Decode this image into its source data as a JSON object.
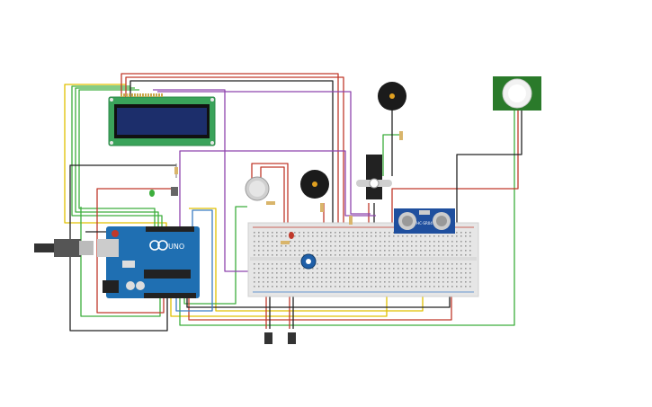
{
  "app": {
    "title": ""
  },
  "board": {
    "brand_text": "UNO",
    "logo_icon": "arduino-infinity-logo"
  },
  "sensors": {
    "ultrasonic_label": "HC-SR04"
  },
  "colors": {
    "canvas": "#ffffff",
    "wire_red": "#c0392b",
    "wire_black": "#222222",
    "wire_green": "#3cae3c",
    "wire_yellow": "#e0c000",
    "wire_purple": "#8e44ad",
    "wire_blue": "#3b7dc4",
    "board_blue": "#1f6fb2",
    "breadboard": "#e6e6e6",
    "lcd_pcb": "#3aa35a",
    "lcd_screen": "#1c2e6b"
  }
}
